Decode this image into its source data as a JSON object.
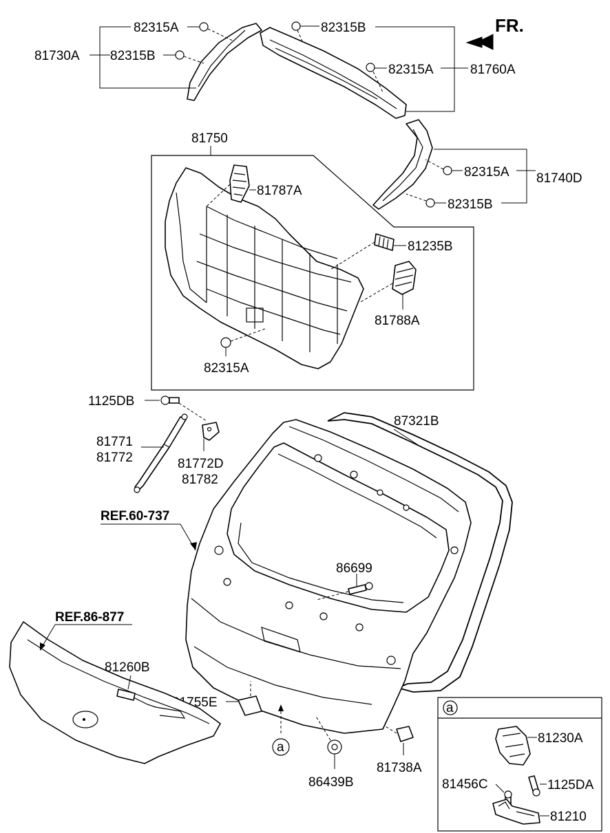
{
  "direction_marker": "FR.",
  "detail_marker": "a",
  "references": {
    "ref_upper": "REF.60-737",
    "ref_lower": "REF.86-877"
  },
  "labels": {
    "p_82315a_top_left": "82315A",
    "p_81730a": "81730A",
    "p_82315b_left": "82315B",
    "p_82315b_top_mid": "82315B",
    "p_82315a_top_right": "82315A",
    "p_81760a": "81760A",
    "p_81750": "81750",
    "p_81787a": "81787A",
    "p_82315a_right": "82315A",
    "p_81740d": "81740D",
    "p_82315b_right": "82315B",
    "p_81235b": "81235B",
    "p_81788a": "81788A",
    "p_82315a_panel": "82315A",
    "p_1125db": "1125DB",
    "p_87321b": "87321B",
    "p_81771": "81771",
    "p_81772": "81772",
    "p_81772d": "81772D",
    "p_81782": "81782",
    "p_86699": "86699",
    "p_81260b": "81260B",
    "p_81755e": "81755E",
    "p_81230a": "81230A",
    "p_81456c": "81456C",
    "p_1125da": "1125DA",
    "p_81210": "81210",
    "p_81738a": "81738A",
    "p_86439b": "86439B"
  }
}
